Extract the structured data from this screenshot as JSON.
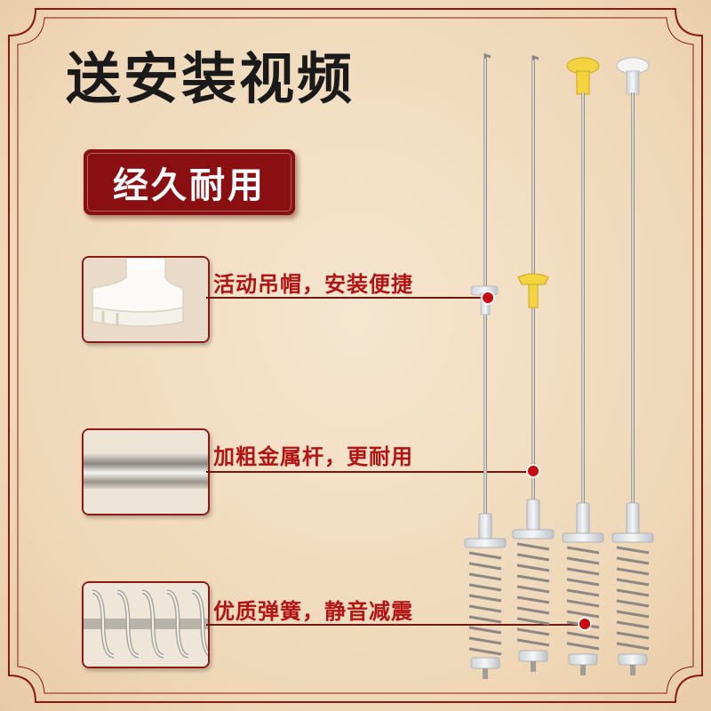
{
  "headline": "送安装视频",
  "badge": "经久耐用",
  "features": [
    {
      "label": "活动吊帽，安装便捷",
      "thumb_icon": "hanger-cap-icon"
    },
    {
      "label": "加粗金属杆，更耐用",
      "thumb_icon": "metal-rod-icon"
    },
    {
      "label": "优质弹簧，静音减震",
      "thumb_icon": "spring-icon"
    }
  ],
  "colors": {
    "background": "#f1dcc0",
    "frame": "#8a1a14",
    "badge": "#8a0f12",
    "label_red": "#b21414",
    "marker": "#c80a14",
    "cap_yellow": "#f2d23c",
    "cap_white": "#f2f2f2"
  }
}
